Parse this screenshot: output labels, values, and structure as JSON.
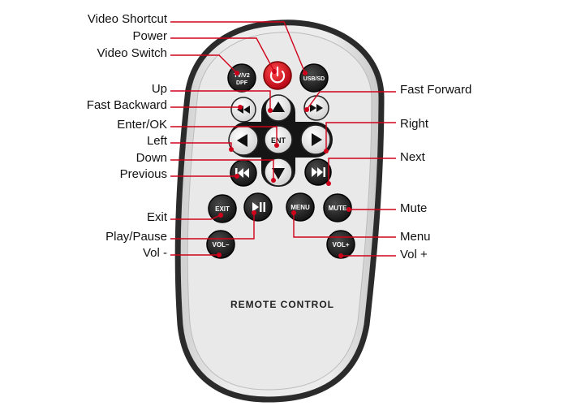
{
  "remote": {
    "caption": "REMOTE CONTROL",
    "buttons": {
      "tv_dpf_top": "TV/V2",
      "tv_dpf_bottom": "DPF",
      "usb_sd": "USB/SD",
      "ent": "ENT",
      "exit": "EXIT",
      "menu": "MENU",
      "mute": "MUTE",
      "vol_minus": "VOL–",
      "vol_plus": "VOL+"
    }
  },
  "labels": {
    "left": {
      "video_shortcut": "Video Shortcut",
      "power": "Power",
      "video_switch": "Video Switch",
      "up": "Up",
      "fast_backward": "Fast Backward",
      "enter_ok": "Enter/OK",
      "left": "Left",
      "down": "Down",
      "previous": "Previous",
      "exit": "Exit",
      "play_pause": "Play/Pause",
      "vol_minus": "Vol -"
    },
    "right": {
      "fast_forward": "Fast Forward",
      "right": "Right",
      "next": "Next",
      "mute": "Mute",
      "menu": "Menu",
      "vol_plus": "Vol +"
    }
  },
  "colors": {
    "pointer": "#d0021b",
    "remote_body": "#e6e6e6",
    "remote_border": "#2b2b2b",
    "button_dark": "#1c1c1c",
    "button_light": "#f2f2f2",
    "power_red": "#d4101e"
  }
}
